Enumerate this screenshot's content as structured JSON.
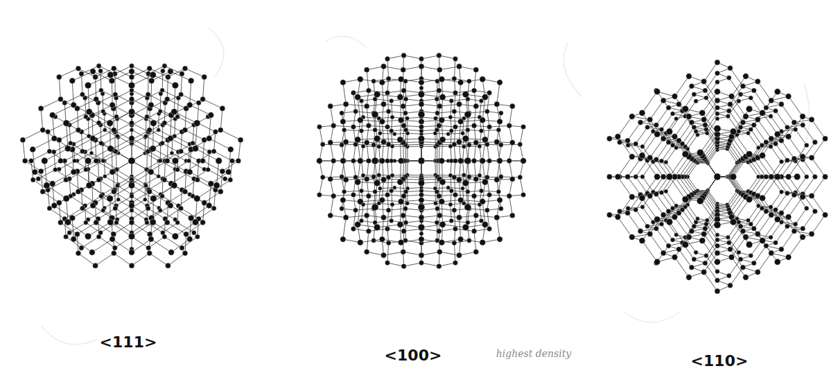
{
  "diagram": {
    "labels": [
      "<111>",
      "<100>",
      "<110>",
      "highest density"
    ]
  }
}
